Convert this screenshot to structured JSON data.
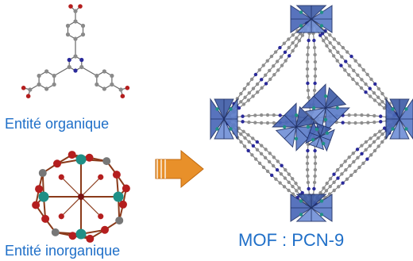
{
  "captions": {
    "organic": "Entité organique",
    "inorganic": "Entité inorganique",
    "mof": "MOF : PCN-9"
  },
  "colors": {
    "caption_blue": "#1f6fc8",
    "arrow_orange": "#e8902a",
    "oxygen_red": "#b41e1e",
    "carbon_gray": "#8a8a8a",
    "nitrogen_blue": "#2a2a9a",
    "metal_teal": "#1f8f86",
    "bond_brown": "#8a3a1a",
    "polyhedron_blue": "#4a68b8"
  }
}
